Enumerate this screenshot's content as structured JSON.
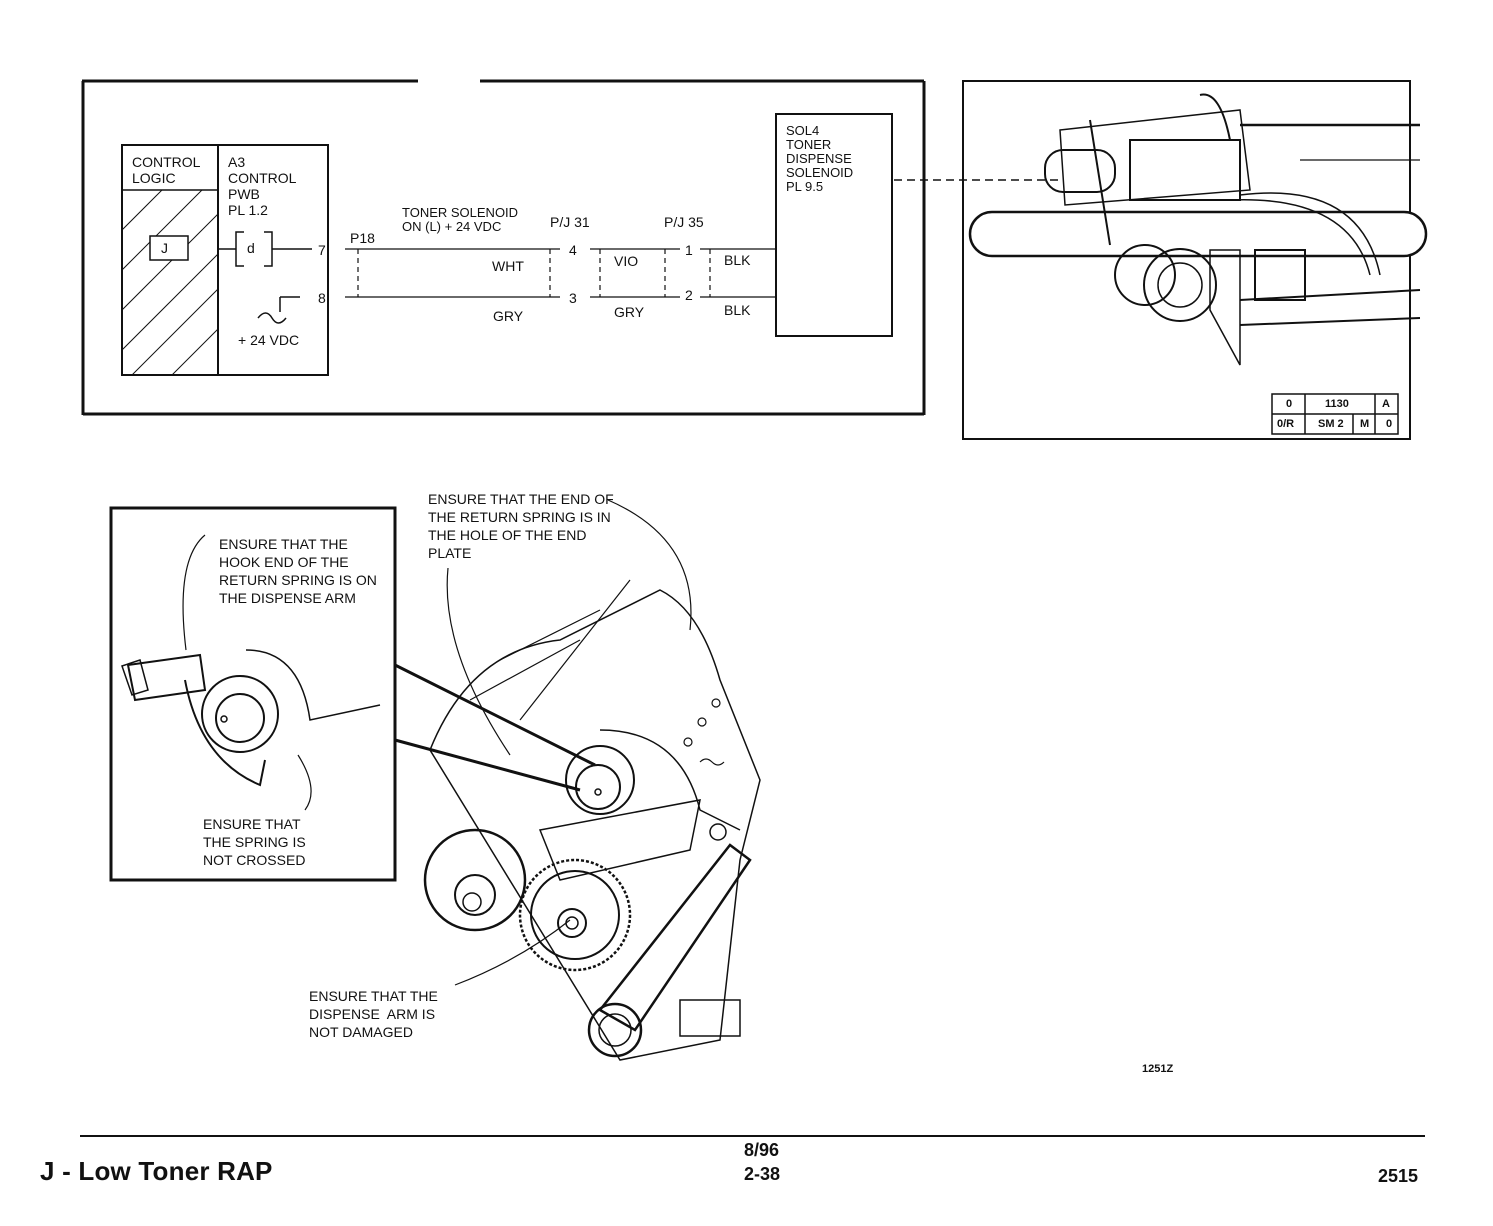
{
  "schematic": {
    "control_logic": "CONTROL\nLOGIC",
    "board": "A3\nCONTROL\nPWB\nPL 1.2",
    "signal_j": "J",
    "signal_d": "d",
    "supply": "+ 24 VDC",
    "pin7": "7",
    "pin8": "8",
    "p18": "P18",
    "signal_name": "TONER SOLENOID\nON (L) + 24 VDC",
    "pj31": "P/J 31",
    "pj35": "P/J 35",
    "pin4": "4",
    "pin3": "3",
    "pin1": "1",
    "pin2": "2",
    "wire_wht": "WHT",
    "wire_gry1": "GRY",
    "wire_vio": "VIO",
    "wire_gry2": "GRY",
    "wire_blk1": "BLK",
    "wire_blk2": "BLK",
    "solenoid": "SOL4\nTONER\nDISPENSE\nSOLENOID\nPL 9.5"
  },
  "photo_ref": {
    "row1": [
      "0",
      "1130",
      "A"
    ],
    "row2": [
      "0/R",
      "SM 2",
      "M",
      "0"
    ]
  },
  "notes": {
    "hook_end": "ENSURE THAT THE\nHOOK END OF THE\nRETURN SPRING IS ON\nTHE DISPENSE ARM",
    "not_crossed": "ENSURE THAT\nTHE SPRING IS\nNOT CROSSED",
    "return_spring": "ENSURE THAT THE END OF\nTHE RETURN SPRING IS IN\nTHE HOLE OF THE END\nPLATE",
    "not_damaged": "ENSURE THAT THE\nDISPENSE  ARM IS\nNOT DAMAGED"
  },
  "figure_code": "1251Z",
  "footer": {
    "title": "J - Low Toner RAP",
    "date": "8/96",
    "page": "2-38",
    "number": "2515"
  }
}
